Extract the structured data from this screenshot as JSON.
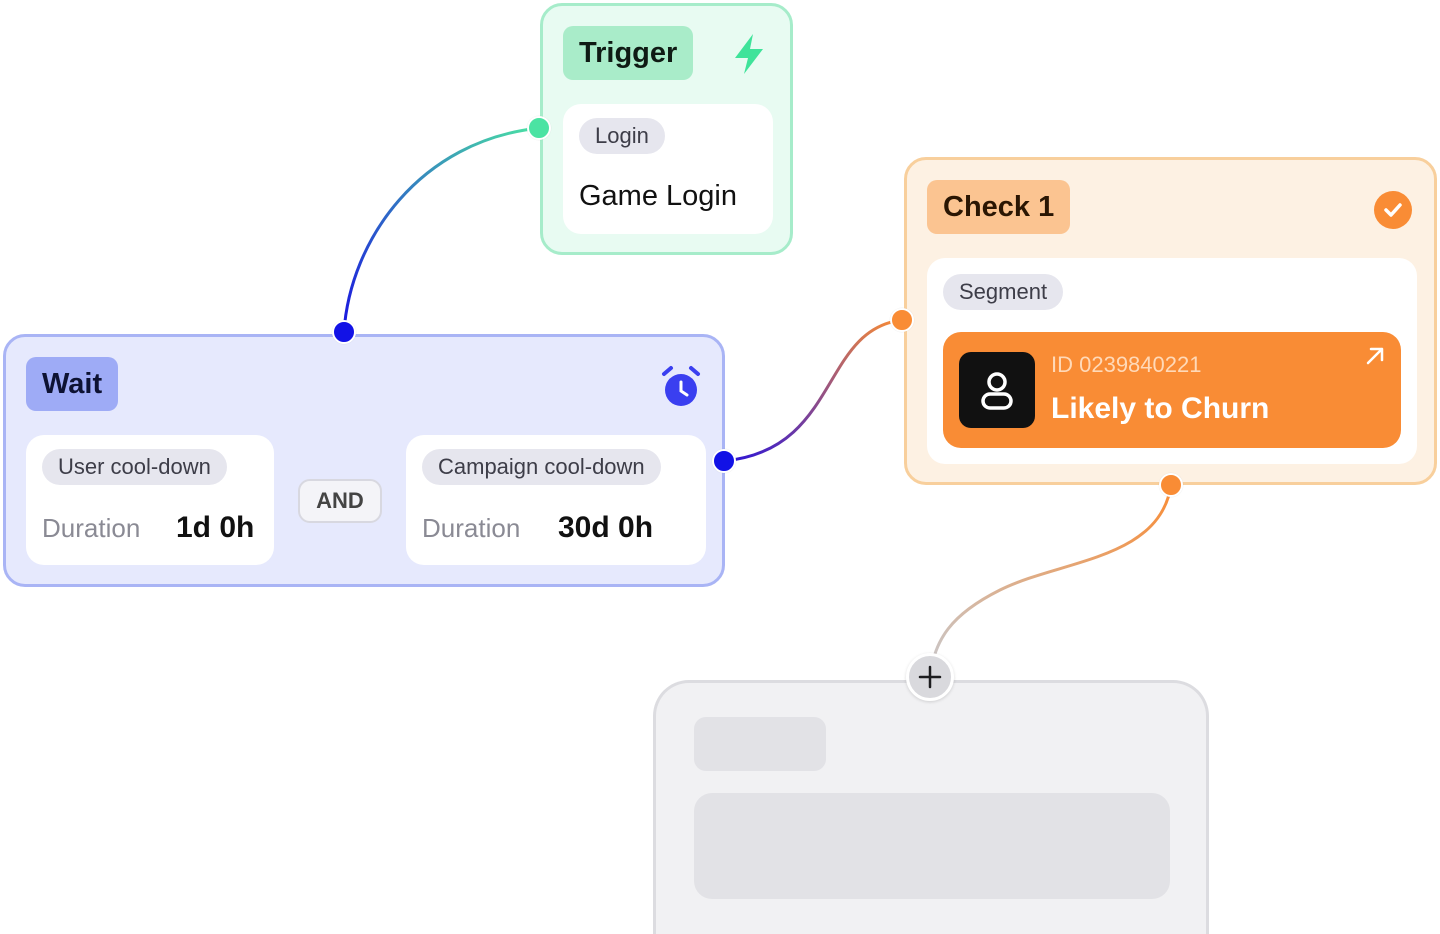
{
  "trigger": {
    "title": "Trigger",
    "icon": "lightning-icon",
    "pill": "Login",
    "event": "Game Login",
    "accent": "#3fe39a"
  },
  "wait": {
    "title": "Wait",
    "icon": "alarm-clock-icon",
    "accent": "#3a3ff0",
    "conditions": [
      {
        "label": "User cool-down",
        "duration_label": "Duration",
        "duration_value": "1d 0h"
      },
      {
        "label": "Campaign cool-down",
        "duration_label": "Duration",
        "duration_value": "30d 0h"
      }
    ],
    "operator": "AND"
  },
  "check": {
    "title": "Check 1",
    "icon": "check-circle-icon",
    "accent": "#f98c35",
    "pill": "Segment",
    "segment": {
      "id_text": "ID 0239840221",
      "name": "Likely to Churn",
      "icon": "user-icon",
      "link_icon": "arrow-up-right-icon"
    }
  },
  "placeholder": {
    "add_icon": "plus-icon"
  }
}
